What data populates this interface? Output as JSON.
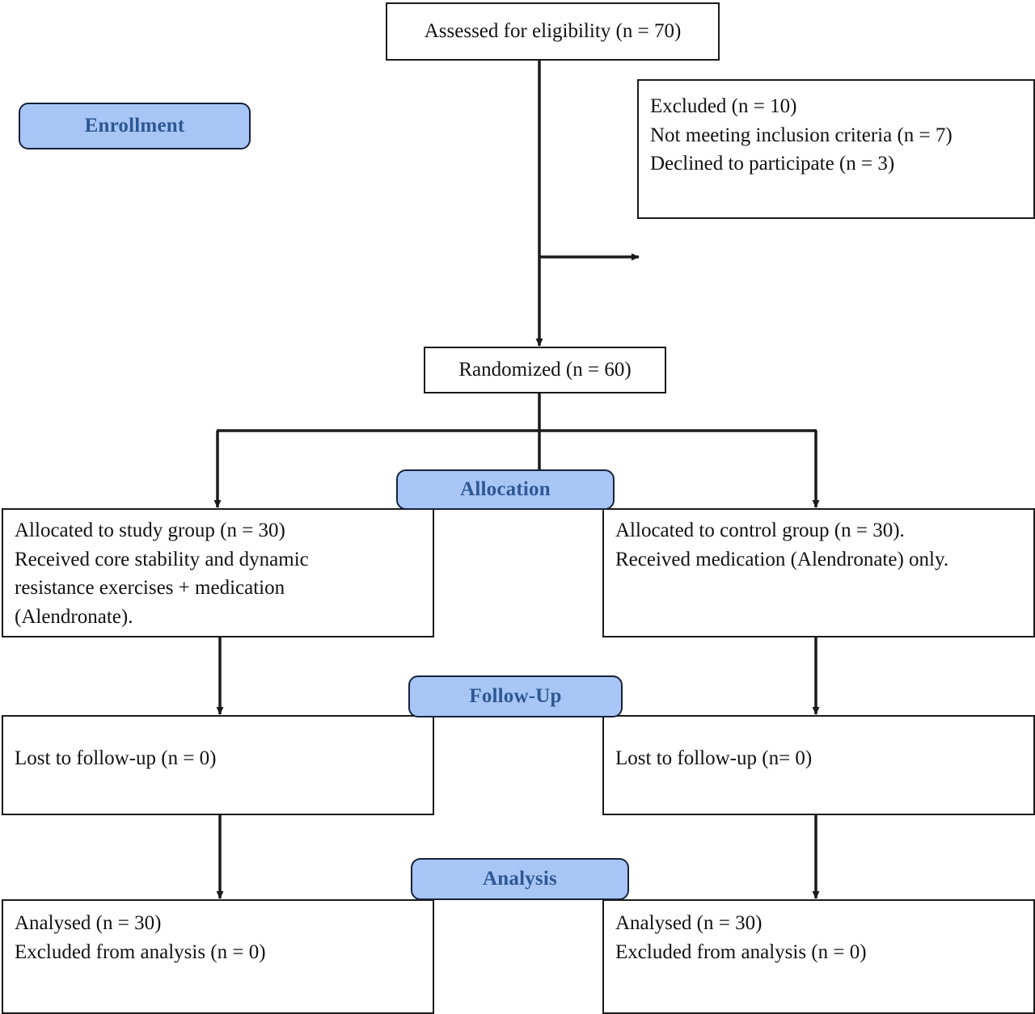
{
  "figure": {
    "type": "consort-flow-diagram",
    "title": "CONSORT participant flow diagram",
    "accent_fill": "#a8c6f5",
    "accent_text": "#2e5894",
    "line_color": "#1a1a1a",
    "box_fill": "#ffffff",
    "box_text": "#111111"
  },
  "stages": [
    {
      "id": "enrollment",
      "label": "Enrollment"
    },
    {
      "id": "allocation",
      "label": "Allocation"
    },
    {
      "id": "followup",
      "label": "Follow-Up"
    },
    {
      "id": "analysis",
      "label": "Analysis"
    }
  ],
  "nodes": {
    "assessed": {
      "label": "Assessed for eligibility (n = 70)",
      "n": 70
    },
    "excluded": {
      "label": "Excluded (n = 10)\n  Not meeting inclusion criteria (n = 7)\n   Declined to participate (n = 3)",
      "n": 10,
      "reasons": [
        {
          "text": "Not meeting inclusion criteria (n = 7)",
          "n": 7
        },
        {
          "text": "Declined to participate (n = 3)",
          "n": 3
        }
      ]
    },
    "randomized": {
      "label": "Randomized (n = 60)",
      "n": 60
    },
    "allocated_study": {
      "label": "Allocated to study group (n = 30)\nReceived core stability and dynamic\nresistance exercises + medication\n(Alendronate).",
      "n": 30
    },
    "allocated_control": {
      "label": "Allocated to control group (n = 30).\n Received medication (Alendronate) only.",
      "n": 30
    },
    "followup_study": {
      "label": "Lost to follow-up (n = 0)",
      "n": 0
    },
    "followup_control": {
      "label": "Lost to follow-up (n= 0)",
      "n": 0
    },
    "analysis_study": {
      "label": "Analysed (n = 30)\nExcluded from analysis (n = 0)",
      "analysed": 30,
      "excluded": 0
    },
    "analysis_control": {
      "label": "Analysed (n = 30)\nExcluded from analysis (n = 0)",
      "analysed": 30,
      "excluded": 0
    }
  }
}
